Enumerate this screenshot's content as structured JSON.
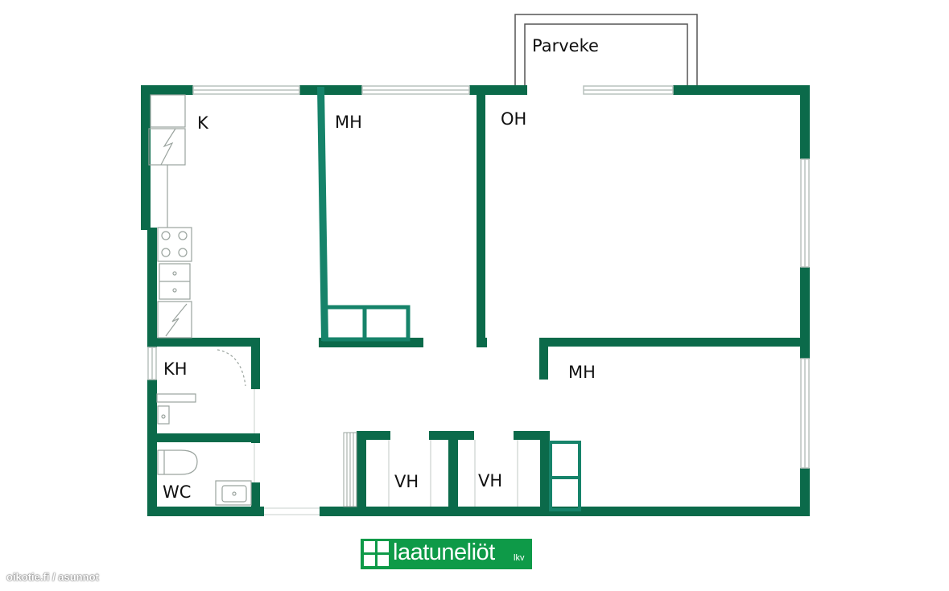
{
  "colors": {
    "wall": "#0b6a4a",
    "accent_wall": "#16836a",
    "fixture": "#9aa39e",
    "window": "#b9c2be",
    "logo_bg": "#0e9a48",
    "text": "#111111"
  },
  "rooms": {
    "balcony": "Parveke",
    "kitchen": "K",
    "bedroom_top": "MH",
    "living_room": "OH",
    "bedroom_bottom": "MH",
    "bathroom": "KH",
    "toilet": "WC",
    "closet_left": "VH",
    "closet_right": "VH"
  },
  "logo": {
    "text": "laatuneliöt",
    "suffix": "lkv",
    "icon": "window-grid-icon"
  },
  "watermark": "oikotie.fi / asunnot"
}
